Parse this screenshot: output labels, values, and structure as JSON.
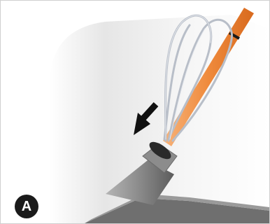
{
  "figure": {
    "panel_label": "A",
    "icons": {
      "direction_arrow": "arrow-down-left-icon",
      "cable": "orange-cable",
      "wire_loop": "wire-loop",
      "nozzle": "grey-connector-nozzle"
    },
    "colors": {
      "cable": "#ef8a3c",
      "wire": "#b8bec8",
      "nozzle": "#8e8e8e",
      "arrow": "#111111",
      "label_bg": "#1a1a1a",
      "label_text": "#ffffff"
    }
  }
}
